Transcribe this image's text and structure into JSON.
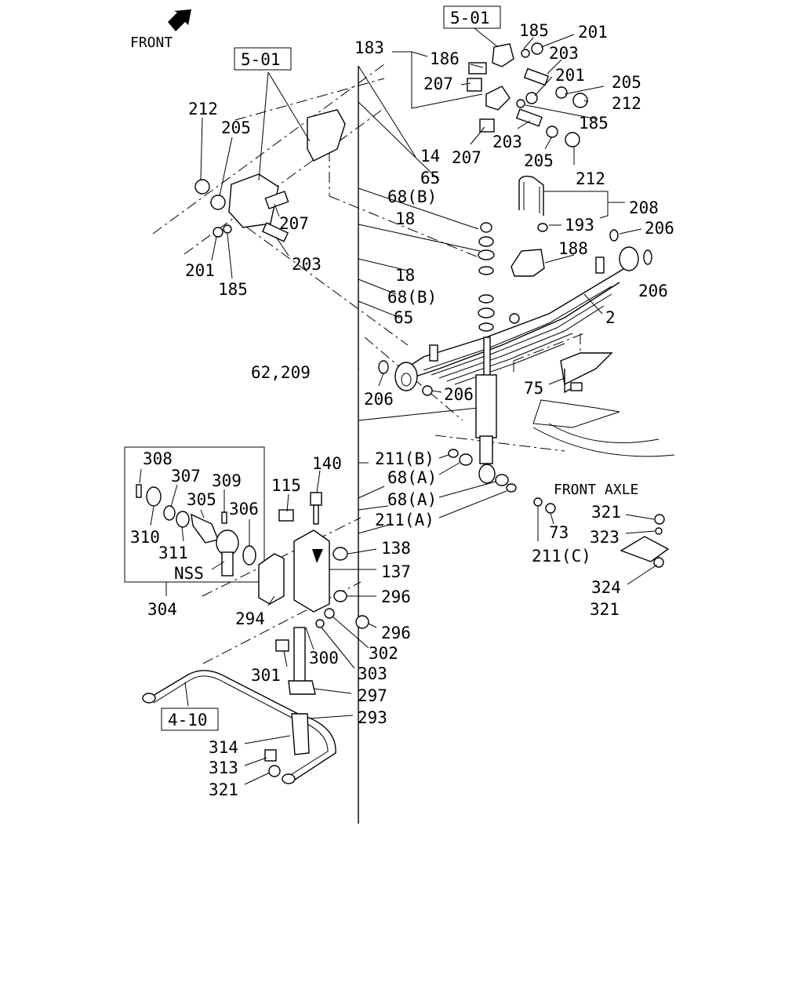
{
  "diagram": {
    "front_label": "FRONT",
    "front_axle_label": "FRONT AXLE",
    "ref_boxes": {
      "top_left": "5-01",
      "top_right": "5-01",
      "stabilizer": "4-10"
    },
    "labels": {
      "l183": "183",
      "l186": "186",
      "l185a": "185",
      "l201a": "201",
      "l203a": "203",
      "l207a": "207",
      "l201b": "201",
      "l205a": "205",
      "l212a": "212",
      "l185b": "185",
      "l207b": "207",
      "l203b": "203",
      "l205b": "205",
      "l212b": "212",
      "l212c": "212",
      "l205c": "205",
      "l207c": "207",
      "l201c": "201",
      "l185c": "185",
      "l203c": "203",
      "l14": "14",
      "l65a": "65",
      "l68ba": "68(B)",
      "l18a": "18",
      "l208": "208",
      "l193": "193",
      "l206a": "206",
      "l188": "188",
      "l206b": "206",
      "l18b": "18",
      "l68bb": "68(B)",
      "l65b": "65",
      "l2": "2",
      "l62209": "62,209",
      "l206c": "206",
      "l206d": "206",
      "l75": "75",
      "l211b": "211(B)",
      "l68aa": "68(A)",
      "l68ab": "68(A)",
      "l211a": "211(A)",
      "l73": "73",
      "l211c": "211(C)",
      "l321a": "321",
      "l323": "323",
      "l324": "324",
      "l321b": "321",
      "l140": "140",
      "l115": "115",
      "l138": "138",
      "l137": "137",
      "l296a": "296",
      "l296b": "296",
      "l302": "302",
      "l303": "303",
      "l300": "300",
      "l301": "301",
      "l297": "297",
      "l293": "293",
      "l294": "294",
      "l308": "308",
      "l307": "307",
      "l309": "309",
      "l305": "305",
      "l306": "306",
      "l310": "310",
      "l311": "311",
      "lnss": "NSS",
      "l304": "304",
      "l314": "314",
      "l313": "313",
      "l321c": "321"
    }
  }
}
